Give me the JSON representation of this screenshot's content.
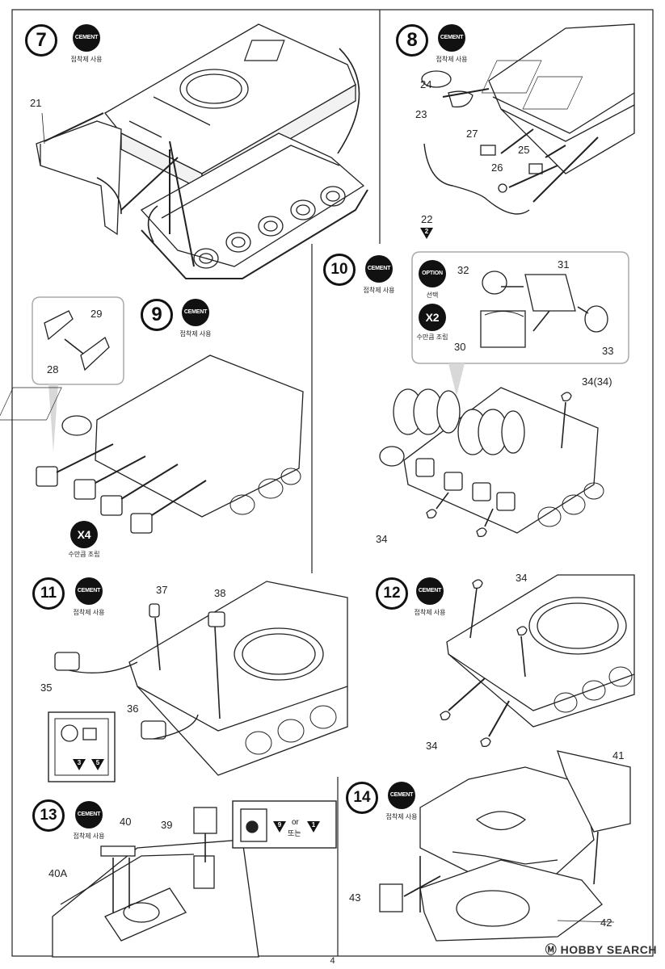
{
  "steps": {
    "s7": {
      "number": "7",
      "cement_badge": "CEMENT",
      "cement_note": "접착제 사용",
      "parts": {
        "p21": "21"
      }
    },
    "s8": {
      "number": "8",
      "cement_badge": "CEMENT",
      "cement_note": "접착제 사용",
      "parts": {
        "p22": "22",
        "p23": "23",
        "p24": "24",
        "p25": "25",
        "p26": "26",
        "p27": "27"
      },
      "ref_step": "2"
    },
    "s9": {
      "number": "9",
      "cement_badge": "CEMENT",
      "cement_note": "접착제 사용",
      "parts": {
        "p28": "28",
        "p29": "29"
      },
      "qty_badge": "X4",
      "qty_note": "수만큼 조립"
    },
    "s10": {
      "number": "10",
      "cement_badge": "CEMENT",
      "cement_note": "접착제 사용",
      "option_badge": "OPTION",
      "option_note": "선택",
      "qty_badge": "X2",
      "qty_note": "수만큼 조립",
      "parts": {
        "p30": "30",
        "p31": "31",
        "p32": "32",
        "p33": "33",
        "p34a": "34(34)",
        "p34b": "34"
      }
    },
    "s11": {
      "number": "11",
      "cement_badge": "CEMENT",
      "cement_note": "접착제 사용",
      "parts": {
        "p35": "35",
        "p36": "36",
        "p37": "37",
        "p38": "38"
      },
      "refs": {
        "r3": "3",
        "r5": "5"
      }
    },
    "s12": {
      "number": "12",
      "cement_badge": "CEMENT",
      "cement_note": "접착제 사용",
      "parts": {
        "p34a": "34",
        "p34b": "34"
      }
    },
    "s13": {
      "number": "13",
      "cement_badge": "CEMENT",
      "cement_note": "접착제 사용",
      "parts": {
        "p39": "39",
        "p40": "40",
        "p40a": "40A"
      },
      "refs": {
        "r9": "9",
        "or_en": "or",
        "or_kr": "또는",
        "r1": "1"
      }
    },
    "s14": {
      "number": "14",
      "cement_badge": "CEMENT",
      "cement_note": "접착제 사용",
      "parts": {
        "p41": "41",
        "p42": "42",
        "p43": "43"
      }
    }
  },
  "page_number": "4",
  "watermark": "Ⓜ HOBBY SEARCH"
}
